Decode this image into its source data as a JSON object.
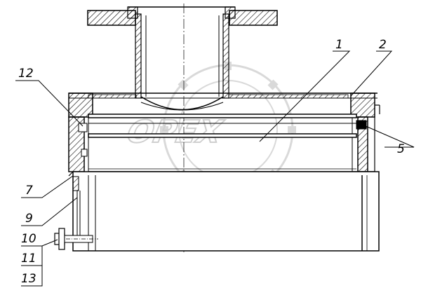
{
  "watermark": {
    "text": "OPEX"
  },
  "callouts": {
    "c1": "1",
    "c2": "2",
    "c5": "5",
    "c7": "7",
    "c9": "9",
    "c10": "10",
    "c11": "11",
    "c12": "12",
    "c13": "13"
  },
  "colors": {
    "line": "#000000",
    "watermark": "#cfcfcf",
    "background": "#ffffff"
  }
}
